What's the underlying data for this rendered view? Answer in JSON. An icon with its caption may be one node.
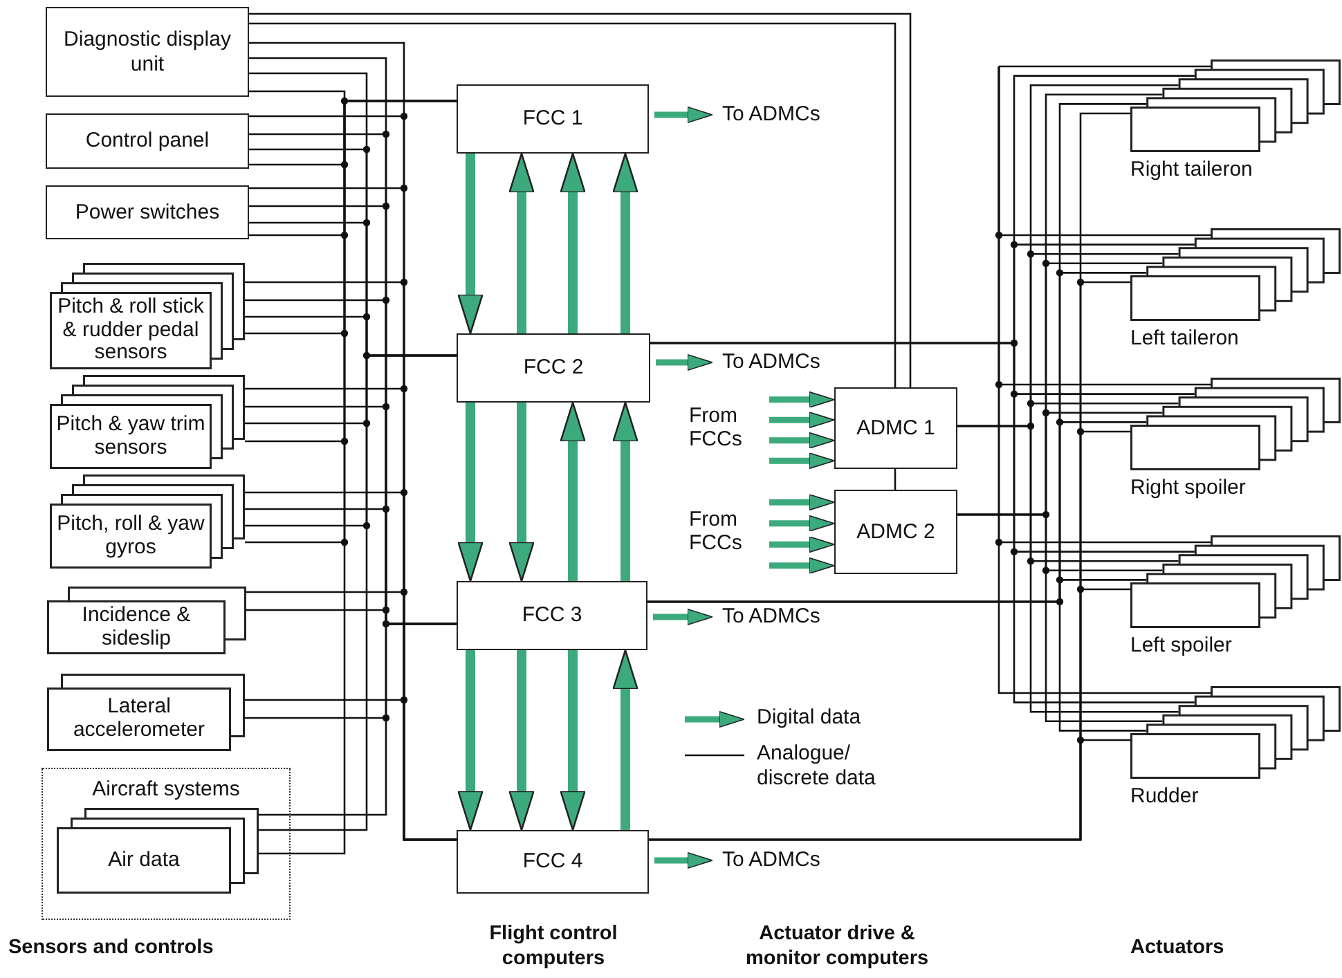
{
  "diagram": {
    "nodes": [
      {
        "text": [
          "Diagnostic display unit"
        ]
      },
      {
        "text": [
          "Control panel"
        ]
      },
      {
        "text": [
          "Power switches"
        ]
      },
      {
        "text": [
          "Pitch & roll stick & rudder pedal sensors"
        ]
      },
      {
        "text": [
          "Pitch & yaw trim sensors"
        ]
      },
      {
        "text": [
          "Pitch, roll & yaw gyros"
        ]
      },
      {
        "text": [
          "Incidence & sideslip"
        ]
      },
      {
        "text": [
          "Lateral accelerometer"
        ]
      },
      {
        "text": [
          "Aircraft systems"
        ]
      },
      {
        "text": [
          "Air data"
        ],
        "in": 8
      },
      {
        "text": [
          "FCC 1"
        ]
      },
      {
        "text": [
          "To ADMCs"
        ]
      },
      {
        "text": [
          "FCC 2"
        ]
      },
      {
        "text": [
          "To ADMCs"
        ]
      },
      {
        "text": [
          "From FCCs"
        ]
      },
      {
        "text": [
          "ADMC 1"
        ]
      },
      {
        "text": [
          "From FCCs"
        ]
      },
      {
        "text": [
          "ADMC 2"
        ]
      },
      {
        "text": [
          "FCC 3"
        ]
      },
      {
        "text": [
          "To ADMCs"
        ]
      },
      {
        "text": [
          "FCC 4"
        ]
      },
      {
        "text": [
          "To ADMCs"
        ]
      },
      {
        "text": [
          "Right taileron"
        ]
      },
      {
        "text": [
          "Left taileron"
        ]
      },
      {
        "text": [
          "Right spoiler"
        ]
      },
      {
        "text": [
          "Left spoiler"
        ]
      },
      {
        "text": [
          "Rudder"
        ]
      }
    ],
    "edges": [
      {
        "from": 0,
        "to": 10,
        "arrow": "none"
      },
      {
        "from": 0,
        "to": 12,
        "arrow": "none"
      },
      {
        "from": 0,
        "to": 18,
        "arrow": "none"
      },
      {
        "from": 0,
        "to": 20,
        "arrow": "none"
      },
      {
        "from": 1,
        "to": 10,
        "arrow": "none"
      },
      {
        "from": 1,
        "to": 12,
        "arrow": "none"
      },
      {
        "from": 1,
        "to": 18,
        "arrow": "none"
      },
      {
        "from": 1,
        "to": 20,
        "arrow": "none"
      },
      {
        "from": 2,
        "to": 10,
        "arrow": "none"
      },
      {
        "from": 2,
        "to": 12,
        "arrow": "none"
      },
      {
        "from": 2,
        "to": 18,
        "arrow": "none"
      },
      {
        "from": 2,
        "to": 20,
        "arrow": "none"
      },
      {
        "from": 3,
        "to": 10,
        "arrow": "none"
      },
      {
        "from": 3,
        "to": 12,
        "arrow": "none"
      },
      {
        "from": 3,
        "to": 18,
        "arrow": "none"
      },
      {
        "from": 3,
        "to": 20,
        "arrow": "none"
      },
      {
        "from": 4,
        "to": 10,
        "arrow": "none"
      },
      {
        "from": 4,
        "to": 12,
        "arrow": "none"
      },
      {
        "from": 4,
        "to": 18,
        "arrow": "none"
      },
      {
        "from": 4,
        "to": 20,
        "arrow": "none"
      },
      {
        "from": 5,
        "to": 10,
        "arrow": "none"
      },
      {
        "from": 5,
        "to": 12,
        "arrow": "none"
      },
      {
        "from": 5,
        "to": 18,
        "arrow": "none"
      },
      {
        "from": 5,
        "to": 20,
        "arrow": "none"
      },
      {
        "from": 6,
        "to": 18,
        "arrow": "none"
      },
      {
        "from": 6,
        "to": 20,
        "arrow": "none"
      },
      {
        "from": 7,
        "to": 18,
        "arrow": "none"
      },
      {
        "from": 7,
        "to": 20,
        "arrow": "none"
      },
      {
        "from": 9,
        "to": 10,
        "arrow": "none"
      },
      {
        "from": 9,
        "to": 12,
        "arrow": "none"
      },
      {
        "from": 9,
        "to": 18,
        "arrow": "none"
      },
      {
        "from": 0,
        "to": 15,
        "arrow": "none"
      },
      {
        "from": 0,
        "to": 15,
        "arrow": "none"
      },
      {
        "from": 15,
        "to": 17,
        "arrow": "none"
      },
      {
        "from": 10,
        "to": 12,
        "arrow": "to",
        "style": "thick",
        "color": "#3daa7d"
      },
      {
        "from": 12,
        "to": 10,
        "arrow": "to",
        "style": "thick",
        "color": "#3daa7d"
      },
      {
        "from": 12,
        "to": 10,
        "arrow": "to",
        "style": "thick",
        "color": "#3daa7d"
      },
      {
        "from": 12,
        "to": 10,
        "arrow": "to",
        "style": "thick",
        "color": "#3daa7d"
      },
      {
        "from": 12,
        "to": 18,
        "arrow": "to",
        "style": "thick",
        "color": "#3daa7d"
      },
      {
        "from": 12,
        "to": 18,
        "arrow": "to",
        "style": "thick",
        "color": "#3daa7d"
      },
      {
        "from": 18,
        "to": 12,
        "arrow": "to",
        "style": "thick",
        "color": "#3daa7d"
      },
      {
        "from": 18,
        "to": 12,
        "arrow": "to",
        "style": "thick",
        "color": "#3daa7d"
      },
      {
        "from": 18,
        "to": 20,
        "arrow": "to",
        "style": "thick",
        "color": "#3daa7d"
      },
      {
        "from": 18,
        "to": 20,
        "arrow": "to",
        "style": "thick",
        "color": "#3daa7d"
      },
      {
        "from": 18,
        "to": 20,
        "arrow": "to",
        "style": "thick",
        "color": "#3daa7d"
      },
      {
        "from": 20,
        "to": 18,
        "arrow": "to",
        "style": "thick",
        "color": "#3daa7d"
      },
      {
        "from": 10,
        "to": 11,
        "arrow": "to",
        "style": "thick",
        "color": "#3daa7d"
      },
      {
        "from": 12,
        "to": 13,
        "arrow": "to",
        "style": "thick",
        "color": "#3daa7d"
      },
      {
        "from": 18,
        "to": 19,
        "arrow": "to",
        "style": "thick",
        "color": "#3daa7d"
      },
      {
        "from": 20,
        "to": 21,
        "arrow": "to",
        "style": "thick",
        "color": "#3daa7d"
      },
      {
        "from": 14,
        "to": 15,
        "arrow": "to",
        "style": "thick",
        "color": "#3daa7d"
      },
      {
        "from": 14,
        "to": 15,
        "arrow": "to",
        "style": "thick",
        "color": "#3daa7d"
      },
      {
        "from": 14,
        "to": 15,
        "arrow": "to",
        "style": "thick",
        "color": "#3daa7d"
      },
      {
        "from": 14,
        "to": 15,
        "arrow": "to",
        "style": "thick",
        "color": "#3daa7d"
      },
      {
        "from": 16,
        "to": 17,
        "arrow": "to",
        "style": "thick",
        "color": "#3daa7d"
      },
      {
        "from": 16,
        "to": 17,
        "arrow": "to",
        "style": "thick",
        "color": "#3daa7d"
      },
      {
        "from": 16,
        "to": 17,
        "arrow": "to",
        "style": "thick",
        "color": "#3daa7d"
      },
      {
        "from": 16,
        "to": 17,
        "arrow": "to",
        "style": "thick",
        "color": "#3daa7d"
      },
      {
        "from": null,
        "to": 22,
        "arrow": "none"
      },
      {
        "from": null,
        "to": 23,
        "arrow": "none"
      },
      {
        "from": null,
        "to": 24,
        "arrow": "none"
      },
      {
        "from": null,
        "to": 25,
        "arrow": "none"
      },
      {
        "from": null,
        "to": 26,
        "arrow": "none"
      },
      {
        "from": 12,
        "to": 22,
        "arrow": "none"
      },
      {
        "from": 12,
        "to": 23,
        "arrow": "none"
      },
      {
        "from": 12,
        "to": 24,
        "arrow": "none"
      },
      {
        "from": 12,
        "to": 25,
        "arrow": "none"
      },
      {
        "from": 12,
        "to": 26,
        "arrow": "none"
      },
      {
        "from": 15,
        "to": 22,
        "arrow": "none"
      },
      {
        "from": 15,
        "to": 23,
        "arrow": "none"
      },
      {
        "from": 15,
        "to": 24,
        "arrow": "none"
      },
      {
        "from": 15,
        "to": 25,
        "arrow": "none"
      },
      {
        "from": 15,
        "to": 26,
        "arrow": "none"
      },
      {
        "from": 17,
        "to": 22,
        "arrow": "none"
      },
      {
        "from": 17,
        "to": 23,
        "arrow": "none"
      },
      {
        "from": 17,
        "to": 24,
        "arrow": "none"
      },
      {
        "from": 17,
        "to": 25,
        "arrow": "none"
      },
      {
        "from": 17,
        "to": 26,
        "arrow": "none"
      },
      {
        "from": 18,
        "to": 22,
        "arrow": "none"
      },
      {
        "from": 18,
        "to": 23,
        "arrow": "none"
      },
      {
        "from": 18,
        "to": 24,
        "arrow": "none"
      },
      {
        "from": 18,
        "to": 25,
        "arrow": "none"
      },
      {
        "from": 18,
        "to": 26,
        "arrow": "none"
      },
      {
        "from": 20,
        "to": 22,
        "arrow": "none"
      },
      {
        "from": 20,
        "to": 23,
        "arrow": "none"
      },
      {
        "from": 20,
        "to": 24,
        "arrow": "none"
      },
      {
        "from": 20,
        "to": 25,
        "arrow": "none"
      },
      {
        "from": 20,
        "to": 26,
        "arrow": "none"
      }
    ],
    "labels": [
      "Sensors and controls",
      "Flight control computers",
      "Actuator drive & monitor computers",
      "Actuators"
    ],
    "legend": [
      {
        "text": "Digital data"
      },
      {
        "text": "Analogue/ discrete data"
      }
    ]
  }
}
